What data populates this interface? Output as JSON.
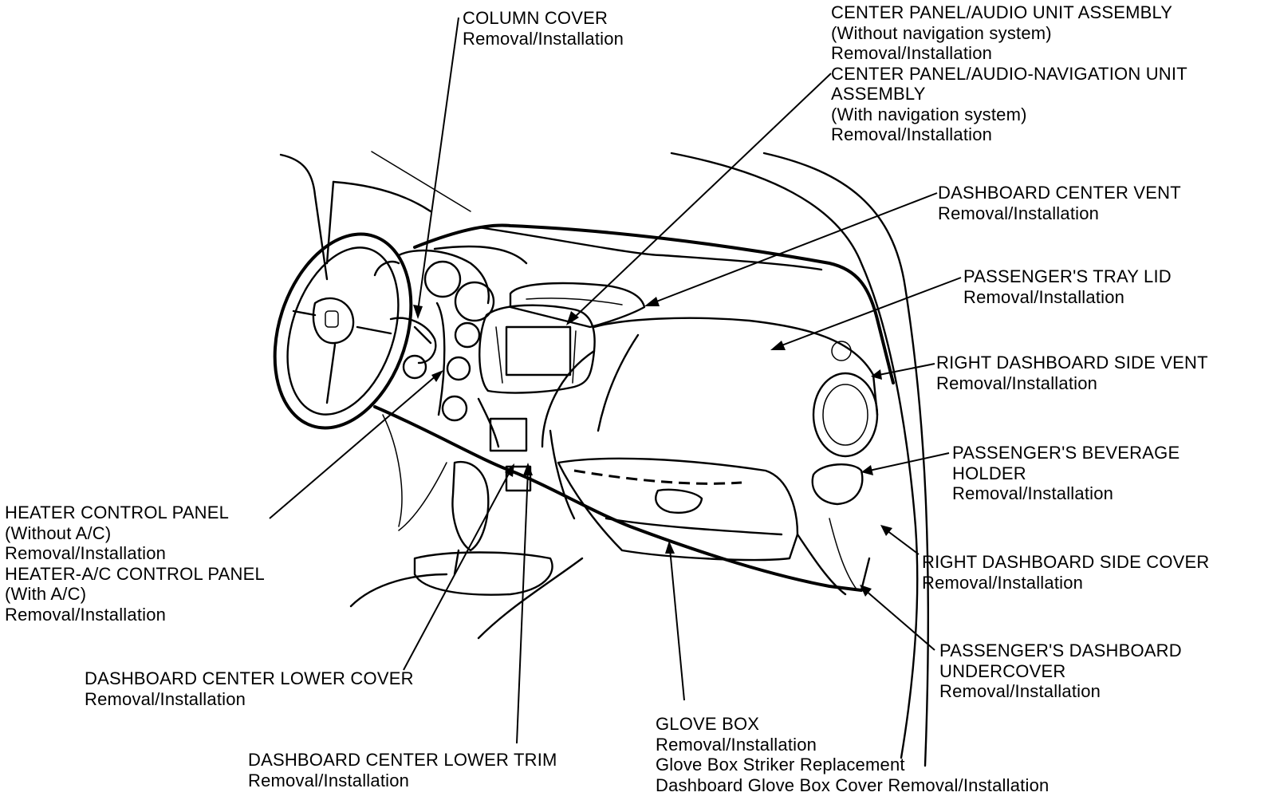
{
  "callouts": [
    {
      "id": "column-cover",
      "lines": [
        "COLUMN COVER",
        "Removal/Installation"
      ]
    },
    {
      "id": "center-panel-audio",
      "lines": [
        "CENTER PANEL/AUDIO UNIT ASSEMBLY",
        "(Without navigation system)",
        "Removal/Installation",
        "CENTER PANEL/AUDIO-NAVIGATION UNIT",
        "ASSEMBLY",
        "(With navigation system)",
        "Removal/Installation"
      ]
    },
    {
      "id": "dashboard-center-vent",
      "lines": [
        "DASHBOARD CENTER VENT",
        "Removal/Installation"
      ]
    },
    {
      "id": "passengers-tray-lid",
      "lines": [
        "PASSENGER'S TRAY LID",
        "Removal/Installation"
      ]
    },
    {
      "id": "right-dashboard-side-vent",
      "lines": [
        "RIGHT DASHBOARD SIDE VENT",
        "Removal/Installation"
      ]
    },
    {
      "id": "passengers-beverage-holder",
      "lines": [
        "PASSENGER'S BEVERAGE",
        "HOLDER",
        "Removal/Installation"
      ]
    },
    {
      "id": "right-dashboard-side-cover",
      "lines": [
        "RIGHT DASHBOARD SIDE COVER",
        "Removal/Installation"
      ]
    },
    {
      "id": "passengers-dashboard-undercover",
      "lines": [
        "PASSENGER'S DASHBOARD",
        "UNDERCOVER",
        "Removal/Installation"
      ]
    },
    {
      "id": "glove-box",
      "lines": [
        "GLOVE BOX",
        "Removal/Installation",
        "Glove Box Striker Replacement",
        "Dashboard Glove Box Cover Removal/Installation"
      ]
    },
    {
      "id": "dashboard-center-lower-trim",
      "lines": [
        "DASHBOARD CENTER LOWER TRIM",
        "Removal/Installation"
      ]
    },
    {
      "id": "dashboard-center-lower-cover",
      "lines": [
        "DASHBOARD CENTER LOWER COVER",
        "Removal/Installation"
      ]
    },
    {
      "id": "heater-control-panel",
      "lines": [
        "HEATER CONTROL PANEL",
        "(Without A/C)",
        "Removal/Installation",
        "HEATER-A/C CONTROL PANEL",
        "(With A/C)",
        "Removal/Installation"
      ]
    }
  ]
}
